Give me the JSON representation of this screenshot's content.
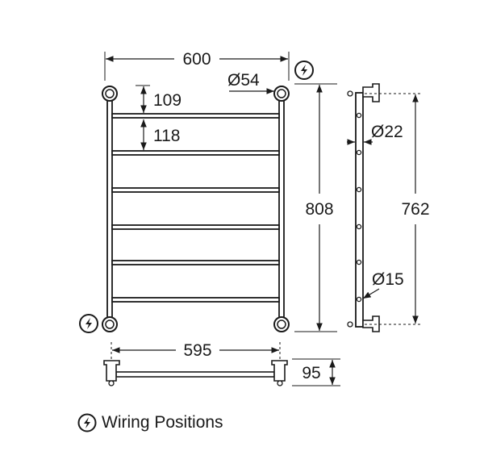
{
  "dimensions": {
    "overall_width": "600",
    "overall_height": "808",
    "bottom_rail_spacing": "109",
    "rail_spacing": "118",
    "post_diameter": "Ø54",
    "rail_diameter": "Ø22",
    "crossbar_diameter": "Ø15",
    "mounting_centres_vertical": "762",
    "mounting_centres_horizontal": "595",
    "wall_projection": "95"
  },
  "legend": {
    "label": "Wiring Positions",
    "icon": "lightning-bolt-in-circle"
  }
}
